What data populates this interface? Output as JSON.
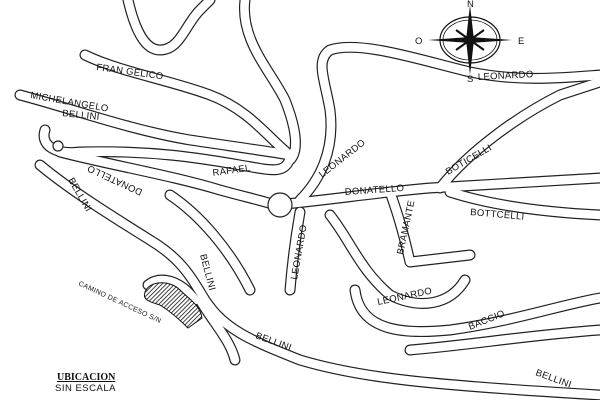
{
  "compass": {
    "north": "N",
    "west": "O",
    "east": "E",
    "south": "S"
  },
  "streets": {
    "fran_gelico": "FRAN  GELICO",
    "michelangelo": "MICHELANGELO",
    "bellini_1": "BELLINI",
    "donatello_1": "DONATELLO",
    "bellini_2": "BELLINI",
    "rafael": "RAFAEL",
    "leonardo_1": "LEONARDO",
    "donatello_2": "DONATELLO",
    "botticelli_1": "BOTICELLI",
    "botticelli_2": "BOTTCELLI",
    "bramante": "BRAMANTE",
    "leonardo_2": "LEONARDO",
    "leonardo_3": "LEONARDO",
    "leonardo_top": "LEONARDO",
    "bellini_3": "BELLINI",
    "bellini_4": "BELLINI",
    "baccio": "BACCIO",
    "bellini_5": "BELLINI",
    "camino": "CAMINO DE ACCESO S/N"
  },
  "legend": {
    "title": "UBICACION",
    "subtitle": "SIN  ESCALA"
  },
  "colors": {
    "ink": "#111111",
    "paper": "#ffffff"
  }
}
